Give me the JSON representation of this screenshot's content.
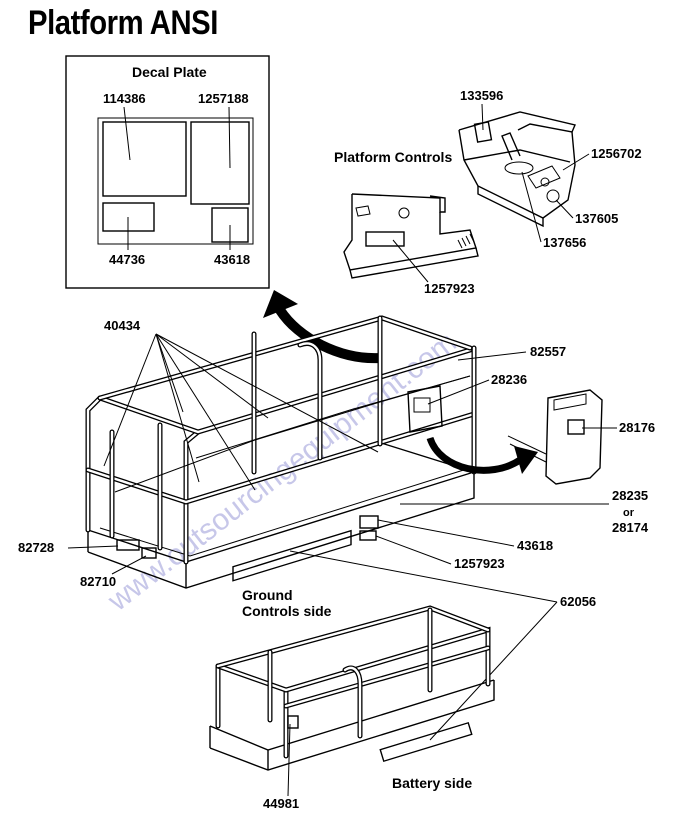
{
  "title": "Platform ANSI",
  "decal_plate": {
    "caption": "Decal Plate",
    "labels": [
      "114386",
      "1257188",
      "44736",
      "43618"
    ]
  },
  "platform_controls": {
    "caption": "Platform Controls",
    "labels": [
      "133596",
      "1256702",
      "137605",
      "137656",
      "1257923"
    ]
  },
  "callouts": [
    "40434",
    "82557",
    "28236",
    "28176",
    "28235",
    "or",
    "28174",
    "82728",
    "82710",
    "43618",
    "1257923",
    "62056",
    "44981"
  ],
  "captions": {
    "ground_controls": [
      "Ground",
      "Controls side"
    ],
    "battery_side": "Battery side"
  },
  "watermark": "www.outsourcingequipment.com"
}
